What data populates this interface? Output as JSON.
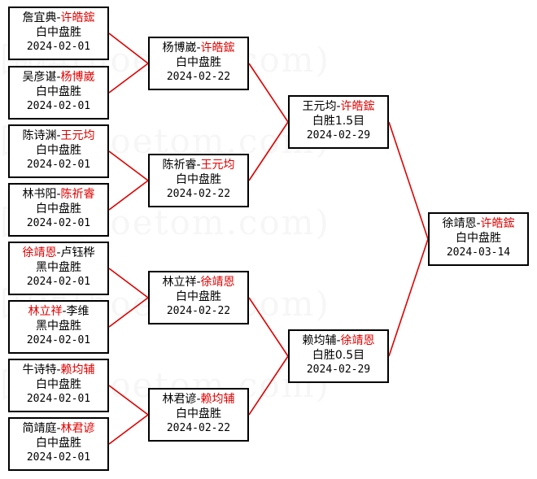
{
  "watermark": "围棋(hoetom.com)",
  "colors": {
    "winner": "#e00000",
    "line": "#e00000",
    "border": "#000000"
  },
  "matches": [
    {
      "id": "m1",
      "p1": "詹宜典",
      "p2": "许皓鋐",
      "winner": 2,
      "result": "白中盘胜",
      "date": "2024-02-01"
    },
    {
      "id": "m2",
      "p1": "吴彦谌",
      "p2": "杨博崴",
      "winner": 2,
      "result": "白中盘胜",
      "date": "2024-02-01"
    },
    {
      "id": "m3",
      "p1": "陈诗渊",
      "p2": "王元均",
      "winner": 2,
      "result": "白中盘胜",
      "date": "2024-02-01"
    },
    {
      "id": "m4",
      "p1": "林书阳",
      "p2": "陈祈睿",
      "winner": 2,
      "result": "白中盘胜",
      "date": "2024-02-01"
    },
    {
      "id": "m5",
      "p1": "徐靖恩",
      "p2": "卢钰桦",
      "winner": 1,
      "result": "黑中盘胜",
      "date": "2024-02-01"
    },
    {
      "id": "m6",
      "p1": "林立祥",
      "p2": "李维",
      "winner": 1,
      "result": "黑中盘胜",
      "date": "2024-02-01"
    },
    {
      "id": "m7",
      "p1": "牛诗特",
      "p2": "赖均辅",
      "winner": 2,
      "result": "白中盘胜",
      "date": "2024-02-01"
    },
    {
      "id": "m8",
      "p1": "简靖庭",
      "p2": "林君谚",
      "winner": 2,
      "result": "白中盘胜",
      "date": "2024-02-01"
    },
    {
      "id": "m9",
      "p1": "杨博崴",
      "p2": "许皓鋐",
      "winner": 2,
      "result": "白中盘胜",
      "date": "2024-02-22"
    },
    {
      "id": "m10",
      "p1": "陈祈睿",
      "p2": "王元均",
      "winner": 2,
      "result": "白中盘胜",
      "date": "2024-02-22"
    },
    {
      "id": "m11",
      "p1": "林立祥",
      "p2": "徐靖恩",
      "winner": 2,
      "result": "白中盘胜",
      "date": "2024-02-22"
    },
    {
      "id": "m12",
      "p1": "林君谚",
      "p2": "赖均辅",
      "winner": 2,
      "result": "白中盘胜",
      "date": "2024-02-22"
    },
    {
      "id": "m13",
      "p1": "王元均",
      "p2": "许皓鋐",
      "winner": 2,
      "result": "白胜1.5目",
      "date": "2024-02-29"
    },
    {
      "id": "m14",
      "p1": "赖均辅",
      "p2": "徐靖恩",
      "winner": 2,
      "result": "白胜0.5目",
      "date": "2024-02-29"
    },
    {
      "id": "m15",
      "p1": "徐靖恩",
      "p2": "许皓鋐",
      "winner": 2,
      "result": "白中盘胜",
      "date": "2024-03-14"
    }
  ]
}
